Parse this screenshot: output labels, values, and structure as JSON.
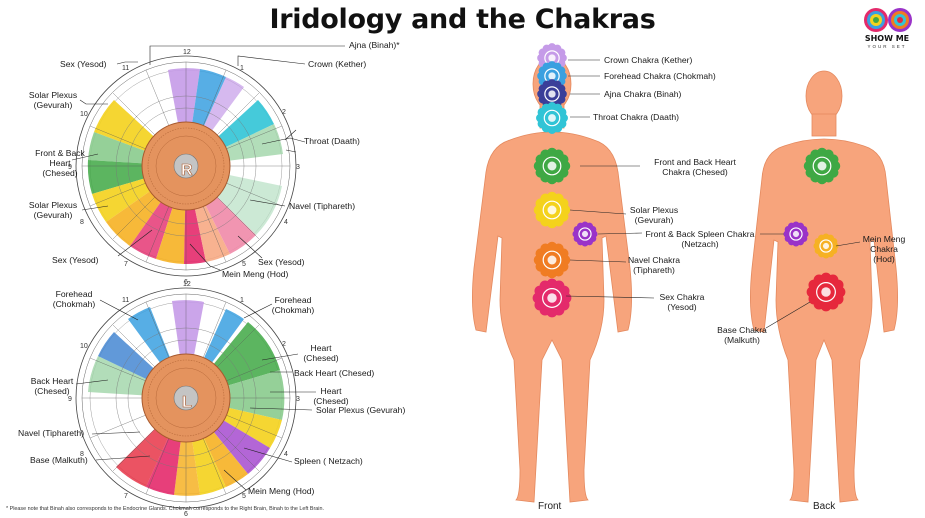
{
  "title": "Iridology and the Chakras",
  "logo": {
    "line1": "SHOW ME",
    "line2": "YOUR SET"
  },
  "colors": {
    "skin": "#f7a47c",
    "iris_brown": "#e4935e",
    "crown": "#c59be8",
    "forehead": "#3aa0e0",
    "ajna": "#3b3f99",
    "throat": "#31c4d6",
    "heart": "#3fa844",
    "solar": "#f4d21c",
    "spleen": "#9a33c8",
    "navel": "#f07c22",
    "mein_meng": "#f6b124",
    "sex": "#e42a6b",
    "base": "#e6283c"
  },
  "right_iris": {
    "letter": "R",
    "labels": {
      "ajna": "Ajna (Binah)*",
      "sex_top": "Sex (Yesod)",
      "crown": "Crown (Kether)",
      "solar_top_1": "Solar Plexus",
      "solar_top_2": "(Gevurah)",
      "throat": "Throat (Daath)",
      "heart_1": "Front & Back",
      "heart_2": "Heart",
      "heart_3": "(Chesed)",
      "solar_bot_1": "Solar Plexus",
      "solar_bot_2": "(Gevurah)",
      "navel": "Navel (Tiphareth)",
      "sex_right": "Sex (Yesod)",
      "sex_left": "Sex (Yesod)",
      "mein_meng": "Mein Meng (Hod)"
    }
  },
  "left_iris": {
    "letter": "L",
    "labels": {
      "forehead_left_1": "Forehead",
      "forehead_left_2": "(Chokmah)",
      "forehead_right_1": "Forehead",
      "forehead_right_2": "(Chokmah)",
      "heart_top_1": "Heart",
      "heart_top_2": "(Chesed)",
      "back_heart_right": "Back Heart (Chesed)",
      "back_heart_left_1": "Back Heart",
      "back_heart_left_2": "(Chesed)",
      "heart_mid_1": "Heart",
      "heart_mid_2": "(Chesed)",
      "solar": "Solar Plexus (Gevurah)",
      "navel": "Navel  (Tiphareth)",
      "base": "Base (Malkuth)",
      "spleen": "Spleen ( Netzach)",
      "mein_meng": "Mein Meng (Hod)"
    }
  },
  "front_body": {
    "caption": "Front",
    "chakras": {
      "crown": "Crown Chakra (Kether)",
      "forehead": "Forehead Chakra (Chokmah)",
      "ajna": "Ajna Chakra (Binah)",
      "throat": "Throat Chakra (Daath)",
      "heart_1": "Front and Back Heart",
      "heart_2": "Chakra (Chesed)",
      "solar_1": "Solar Plexus",
      "solar_2": "(Gevurah)",
      "spleen_1": "Front & Back Spleen Chakra",
      "spleen_2": "(Netzach)",
      "navel_1": "Navel Chakra",
      "navel_2": "(Tiphareth)",
      "sex_1": "Sex Chakra",
      "sex_2": "(Yesod)"
    }
  },
  "back_body": {
    "caption": "Back",
    "chakras": {
      "mein_meng_1": "Mein Meng",
      "mein_meng_2": "Chakra",
      "mein_meng_3": "(Hod)",
      "base_1": "Base Chakra",
      "base_2": "(Malkuth)"
    }
  },
  "footnote": "* Please note that Binah also corresponds to the Endocrine Glands. Chokmah corresponds to the Right Brain, Binah to the Left Brain."
}
